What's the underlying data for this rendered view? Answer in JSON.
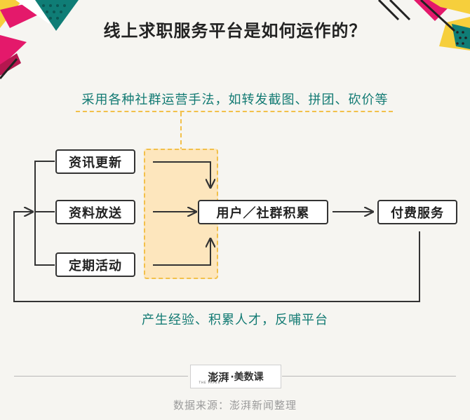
{
  "title": "线上求职服务平台是如何运作的？",
  "method_note": "采用各种社群运营手法，如转发截图、拼团、砍价等",
  "sources": [
    {
      "label": "资讯更新"
    },
    {
      "label": "资料放送"
    },
    {
      "label": "定期活动"
    }
  ],
  "center_node": "用户／社群积累",
  "final_node": "付费服务",
  "feedback_note": "产生经验、积累人才，反哺平台",
  "logo": {
    "script": "澎湃",
    "name": "美数课",
    "sub": "THE PAPER"
  },
  "source_line": "数据来源：澎湃新闻整理",
  "colors": {
    "teal": "#127a73",
    "highlight_fill": "#fde6bd",
    "highlight_border": "#f2c04a",
    "magenta": "#e4196b",
    "yellow": "#f6cf3c",
    "dark": "#222222"
  }
}
